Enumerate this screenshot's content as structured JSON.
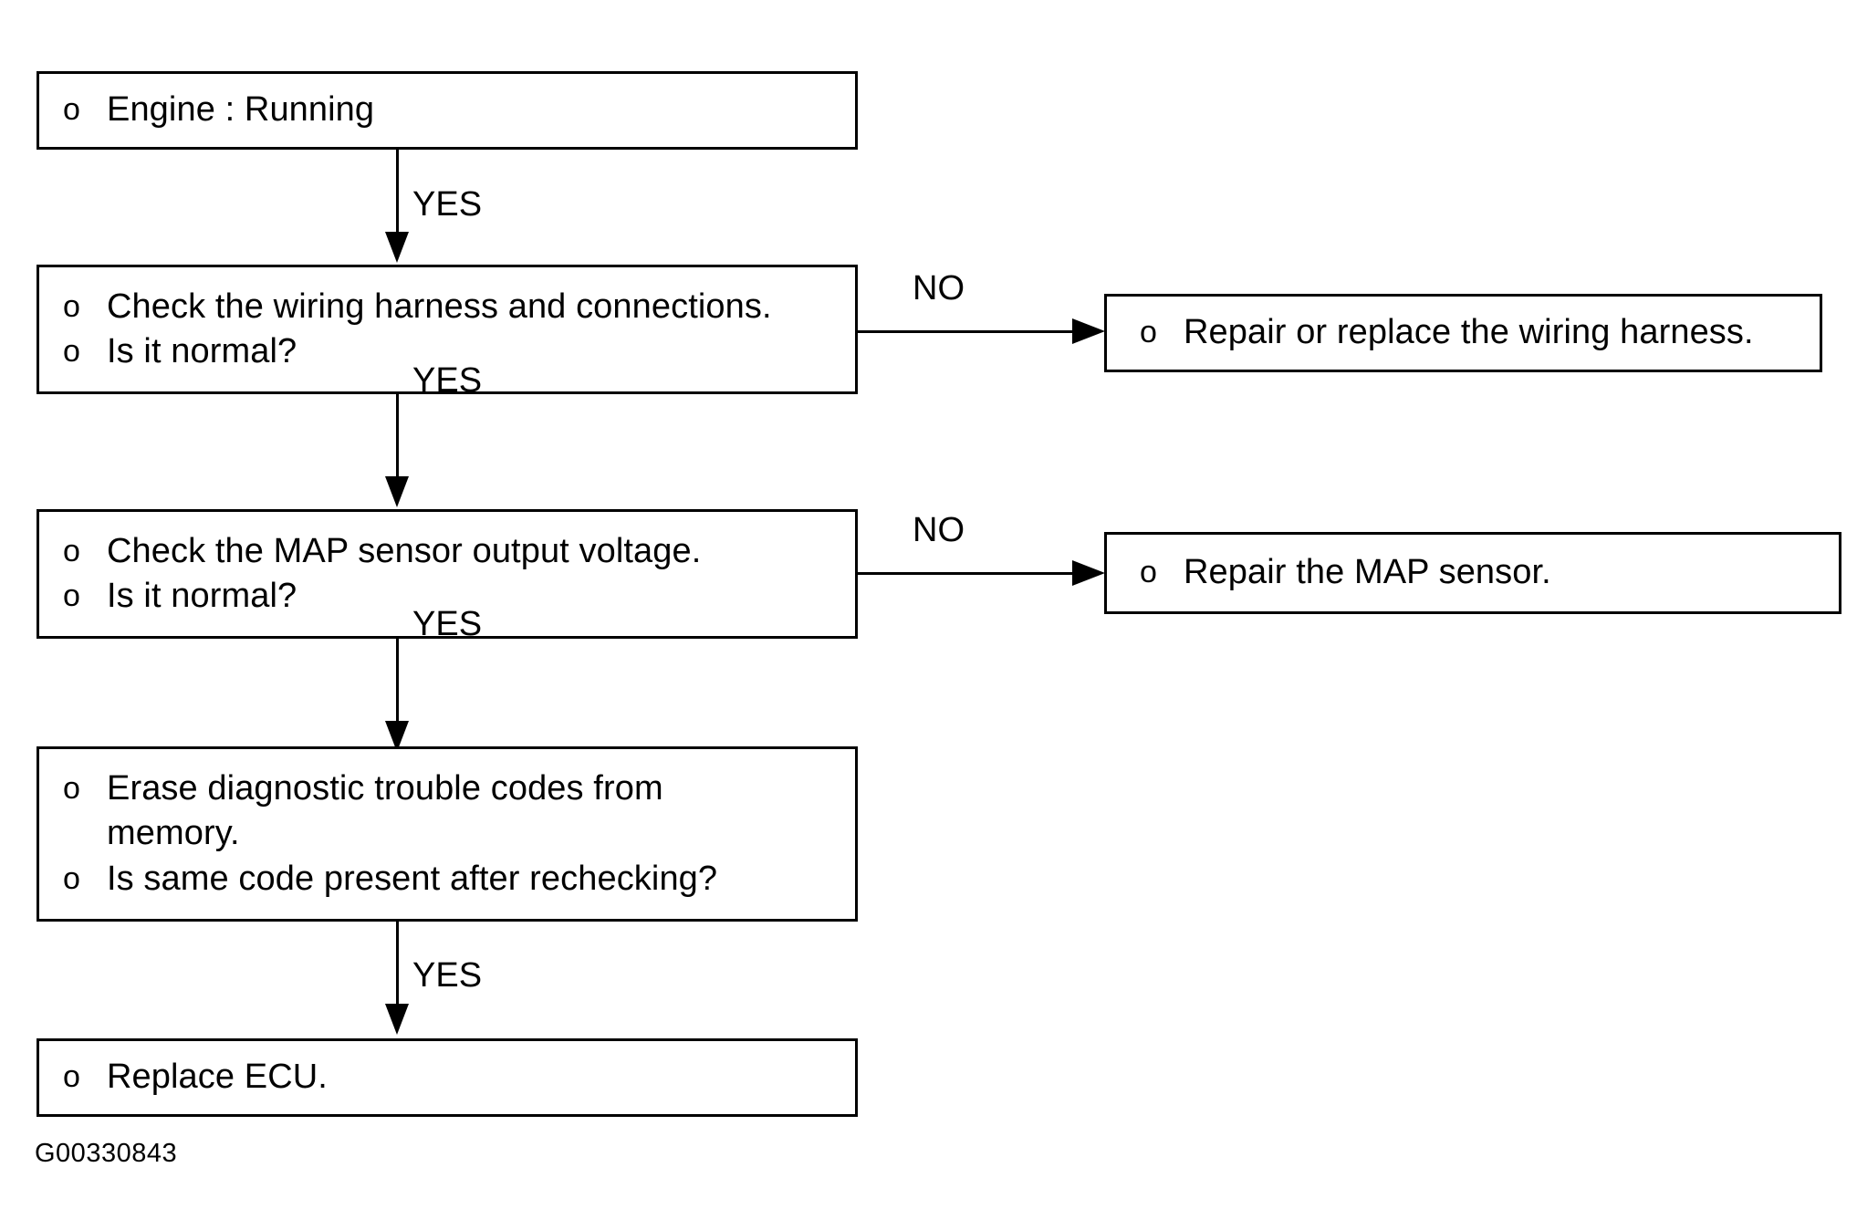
{
  "diagram": {
    "title": "MAP sensor diagnostic troubleshooting flowchart",
    "bullet_glyph": "o",
    "caption": "G00330843",
    "colors": {
      "line": "#000000",
      "background": "#ffffff",
      "text": "#000000"
    },
    "nodes": [
      {
        "id": "engine-running",
        "lines": [
          "Engine : Running"
        ]
      },
      {
        "id": "check-wiring-harness",
        "lines": [
          "Check the wiring harness and connections.",
          "Is it normal?"
        ]
      },
      {
        "id": "repair-wiring-harness",
        "lines": [
          "Repair or replace the wiring harness."
        ]
      },
      {
        "id": "check-map-sensor-voltage",
        "lines": [
          "Check the MAP sensor output voltage.",
          "Is it normal?"
        ]
      },
      {
        "id": "repair-map-sensor",
        "lines": [
          "Repair the MAP sensor."
        ]
      },
      {
        "id": "erase-dtc",
        "lines": [
          "Erase diagnostic trouble codes from",
          "memory.",
          "Is same code present after rechecking?"
        ]
      },
      {
        "id": "replace-ecu",
        "lines": [
          "Replace ECU."
        ]
      }
    ],
    "edges": [
      {
        "id": "engine-to-wiring",
        "label": "YES",
        "direction": "down"
      },
      {
        "id": "wiring-to-repair-harness",
        "label": "NO",
        "direction": "right"
      },
      {
        "id": "wiring-to-map",
        "label": "YES",
        "direction": "down"
      },
      {
        "id": "map-to-repair-map",
        "label": "NO",
        "direction": "right"
      },
      {
        "id": "map-to-erase",
        "label": "YES",
        "direction": "down"
      },
      {
        "id": "erase-to-replace-ecu",
        "label": "YES",
        "direction": "down"
      }
    ]
  }
}
